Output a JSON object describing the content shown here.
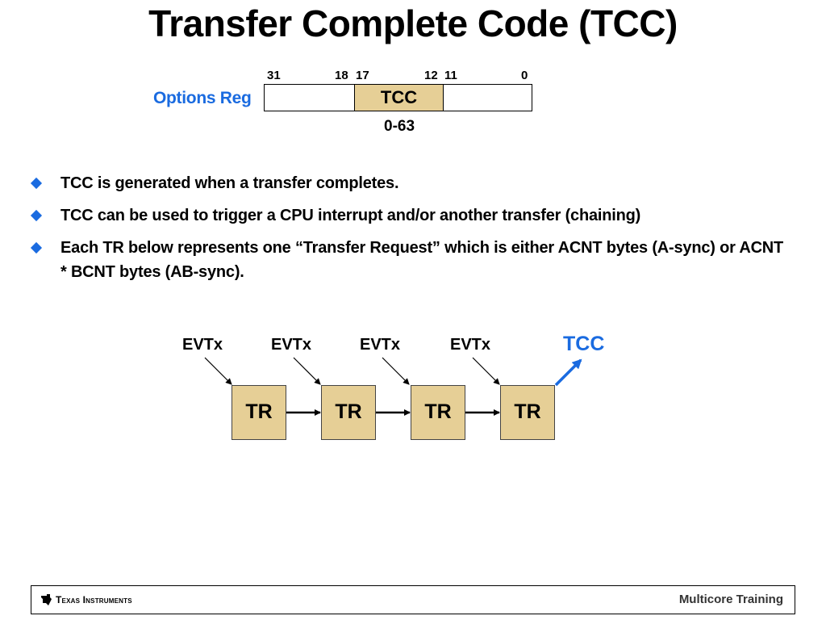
{
  "title": "Transfer Complete Code (TCC)",
  "register": {
    "label": "Options Reg",
    "bits": [
      "31",
      "18",
      "17",
      "12",
      "11",
      "0"
    ],
    "field_label": "TCC",
    "range": "0-63"
  },
  "bullets": [
    "TCC is generated when a transfer completes.",
    "TCC can be used to trigger a CPU interrupt and/or another transfer (chaining)",
    "Each TR below represents one “Transfer Request” which is either ACNT bytes (A-sync) or ACNT * BCNT bytes (AB-sync)."
  ],
  "chain": {
    "events": [
      "EVTx",
      "EVTx",
      "EVTx",
      "EVTx"
    ],
    "transfers": [
      "TR",
      "TR",
      "TR",
      "TR"
    ],
    "output": "TCC"
  },
  "footer": {
    "company": "Texas Instruments",
    "logo_icon": "ti-logo-icon",
    "course": "Multicore Training"
  },
  "colors": {
    "accent": "#1a6be0",
    "field_fill": "#e6cf96"
  }
}
